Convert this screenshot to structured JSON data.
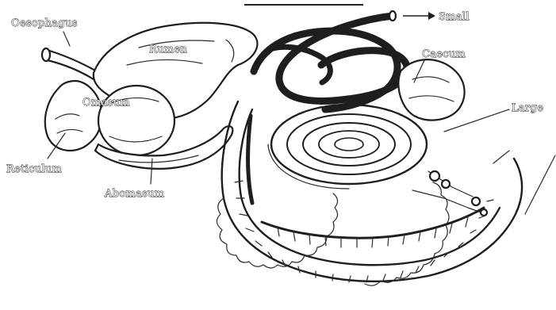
{
  "labels": {
    "oesophagus": "Oesophagus",
    "rumen": "Rumen",
    "reticulum": "Reticulum",
    "omasum": "Omasum",
    "abomasum": "Abomasum",
    "small_intestine": "Small",
    "caecum": "Caecum",
    "large_intestine": "Large"
  },
  "colors": {
    "ink": "#1e1e1e",
    "paper": "#ffffff"
  }
}
